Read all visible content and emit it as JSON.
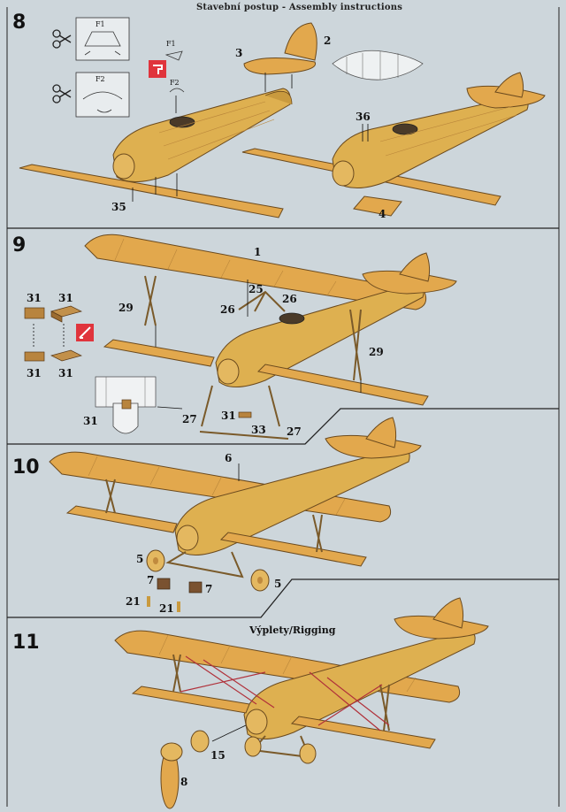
{
  "header": "Stavební postup - Assembly instructions",
  "steps": {
    "s8": "8",
    "s9": "9",
    "s10": "10",
    "s11": "11"
  },
  "step8": {
    "f1_label": "F1",
    "f2_label": "F2",
    "f1_side": "F1",
    "f2_side": "F2",
    "parts": {
      "p2": "2",
      "p3": "3",
      "p35": "35",
      "p36": "36",
      "p4": "4"
    }
  },
  "step9": {
    "parts": {
      "p1": "1",
      "p25": "25",
      "p26a": "26",
      "p26b": "26",
      "p29a": "29",
      "p29b": "29",
      "p31a": "31",
      "p31b": "31",
      "p31c": "31",
      "p31d": "31",
      "p31e": "31",
      "p31f": "31",
      "p27a": "27",
      "p27b": "27",
      "p33": "33"
    }
  },
  "step10": {
    "parts": {
      "p6": "6",
      "p5a": "5",
      "p5b": "5",
      "p7a": "7",
      "p7b": "7",
      "p21a": "21",
      "p21b": "21"
    }
  },
  "step11": {
    "rigging_title": "Výplety/Rigging",
    "parts": {
      "p15": "15",
      "p8": "8"
    }
  },
  "colors": {
    "wood": "#e2a84d",
    "rigging": "#b0303a",
    "paper": "#cdd6db",
    "cut_icon": "#e0343c"
  }
}
